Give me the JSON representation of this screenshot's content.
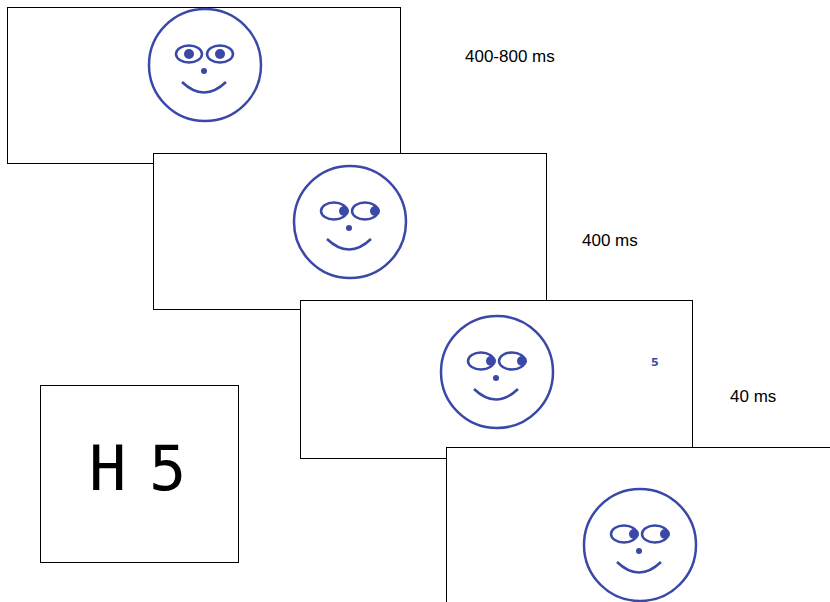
{
  "diagram": {
    "nodes": [
      {
        "text": [
          "5"
        ]
      },
      {
        "text": [
          "H",
          "5"
        ]
      }
    ],
    "labels": [
      "400-800 ms",
      "400 ms",
      "40 ms"
    ]
  }
}
